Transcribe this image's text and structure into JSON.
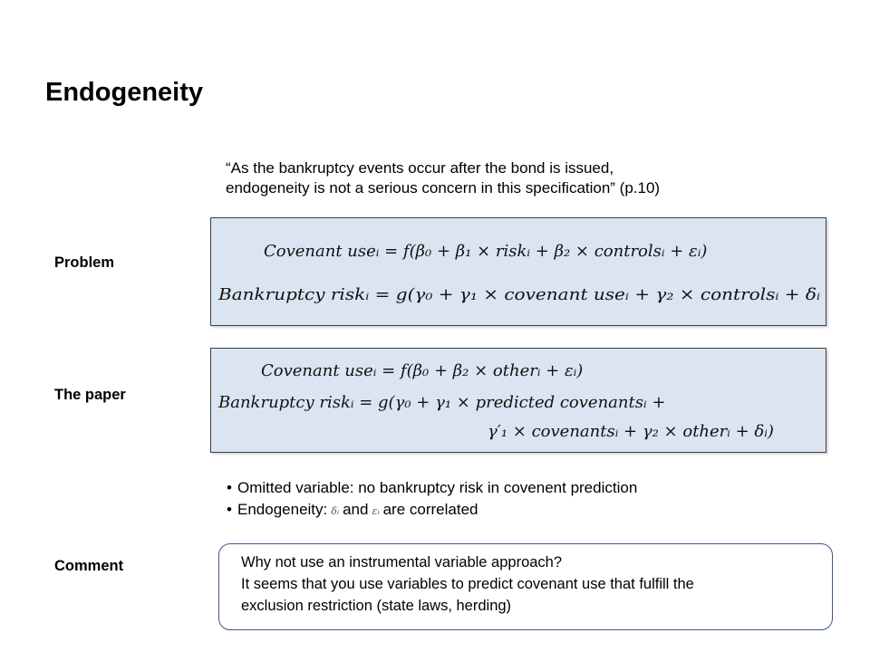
{
  "slide": {
    "title": "Endogeneity",
    "quote": {
      "line1": "“As the bankruptcy events occur after the bond is issued,",
      "line2": "endogeneity is not a serious concern in this specification” (p.10)"
    },
    "labels": {
      "problem": "Problem",
      "the_paper": "The paper",
      "comment": "Comment"
    },
    "problem_equations": {
      "eq1": "Covenant useᵢ = f(β₀ + β₁ × riskᵢ +  β₂ × controlsᵢ + εᵢ)",
      "eq2": "Bankruptcy riskᵢ = g(γ₀ + γ₁ × covenant useᵢ +  γ₂ × controlsᵢ + δᵢ"
    },
    "paper_equations": {
      "eq1": "Covenant useᵢ = f(β₀ + β₂ × otherᵢ + εᵢ)",
      "eq2": "Bankruptcy riskᵢ = g(γ₀ + γ₁ × predicted covenantsᵢ +",
      "eq3": "γ′₁ × covenantsᵢ + γ₂ × otherᵢ + δᵢ)"
    },
    "bullets": {
      "item1": "Omitted variable: no bankruptcy risk in covenent prediction",
      "item2_prefix": "Endogeneity:",
      "item2_sym1": "δᵢ",
      "item2_mid": "and",
      "item2_sym2": "εᵢ",
      "item2_suffix": "are correlated"
    },
    "comment": {
      "line1": "Why not use an instrumental variable approach?",
      "line2": "It seems that you use variables to predict covenant use that fulfill the",
      "line3": "exclusion restriction (state laws, herding)"
    }
  }
}
